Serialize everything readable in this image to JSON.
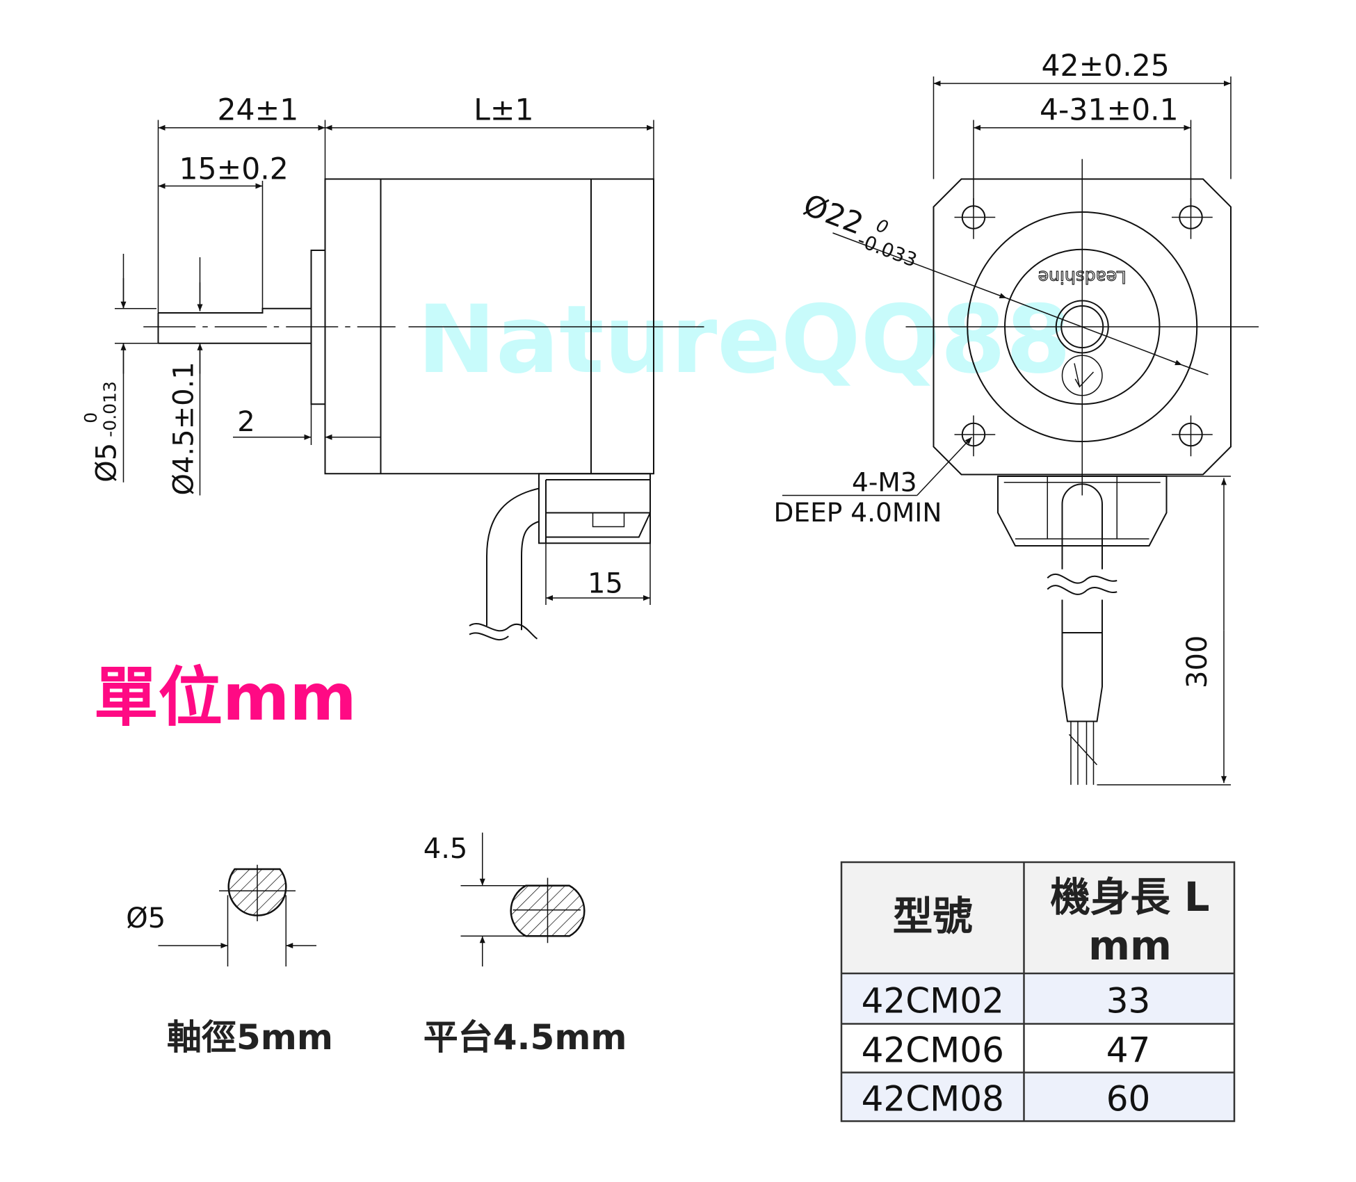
{
  "watermark": "NatureQQ88",
  "unit_label": "單位mm",
  "side_view": {
    "dim_shaft_length": "24±1",
    "dim_body_length": "L±1",
    "dim_flat_length": "15±0.2",
    "dim_shaft_dia": "Ø5",
    "dim_shaft_dia_tol_upper": "0",
    "dim_shaft_dia_tol_lower": "-0.013",
    "dim_flat_dia": "Ø4.5±0.1",
    "dim_boss_height": "2",
    "dim_connector": "15"
  },
  "front_view": {
    "dim_width": "42±0.25",
    "dim_hole_spacing": "4-31±0.1",
    "dim_pilot": "Ø22",
    "dim_pilot_tol_upper": "0",
    "dim_pilot_tol_lower": "-0.033",
    "brand_mark": "Leadshine",
    "holes_label": "4-M3",
    "holes_depth": "DEEP 4.0MIN",
    "dim_cable_length": "300"
  },
  "sections": {
    "shaft_dia_label": "Ø5",
    "flat_label": "4.5",
    "shaft_caption": "軸徑5mm",
    "flat_caption": "平台4.5mm"
  },
  "table": {
    "headers": [
      "型號",
      "機身長 L",
      "mm"
    ],
    "rows": [
      {
        "model": "42CM02",
        "length": "33"
      },
      {
        "model": "42CM06",
        "length": "47"
      },
      {
        "model": "42CM08",
        "length": "60"
      }
    ]
  },
  "colors": {
    "unit_label": "#ff0a84",
    "watermark": "#c8fbfb"
  }
}
